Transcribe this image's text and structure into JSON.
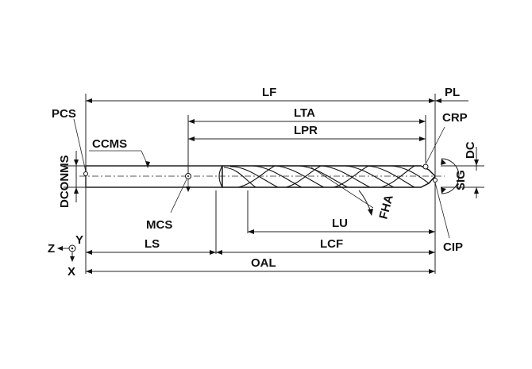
{
  "labels": {
    "lf": "LF",
    "pl": "PL",
    "lta": "LTA",
    "crp": "CRP",
    "pcs": "PCS",
    "lpr": "LPR",
    "ccms": "CCMS",
    "dconms": "DCONMS",
    "dc": "DC",
    "sig": "SIG",
    "fha": "FHA",
    "mcs": "MCS",
    "lu": "LU",
    "cip": "CIP",
    "z": "Z",
    "y": "Y",
    "x": "X",
    "ls": "LS",
    "lcf": "LCF",
    "oal": "OAL"
  }
}
